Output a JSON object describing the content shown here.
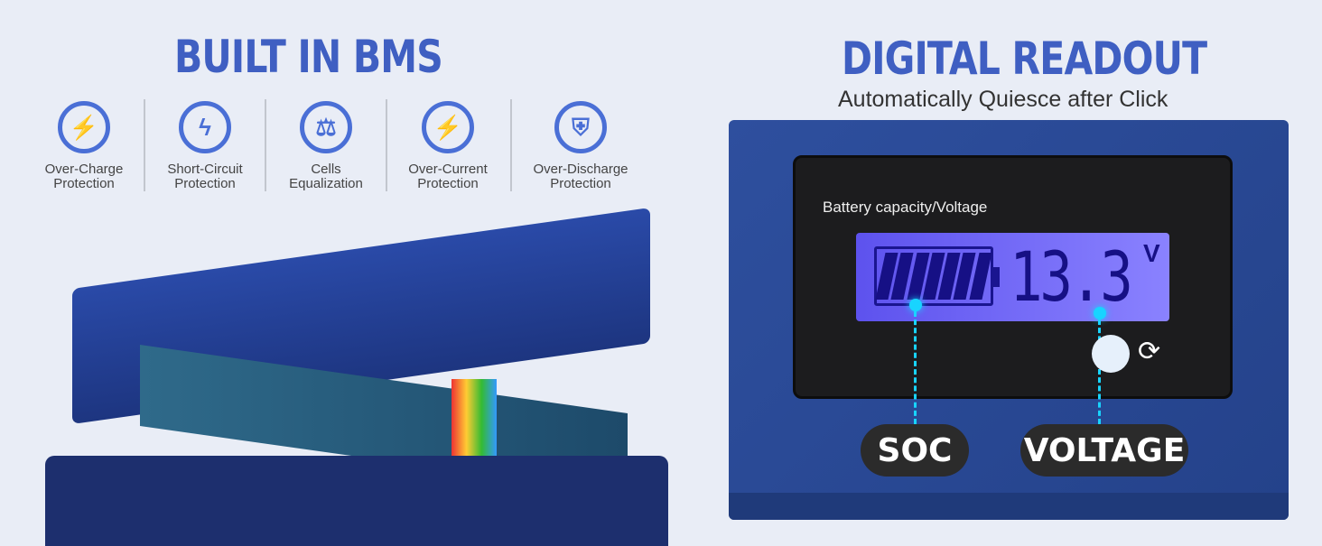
{
  "left": {
    "title": "BUILT IN BMS",
    "features": [
      {
        "icon": "plug-icon",
        "line1": "Over-Charge",
        "line2": "Protection"
      },
      {
        "icon": "short-circuit-icon",
        "line1": "Short-Circuit",
        "line2": "Protection"
      },
      {
        "icon": "scale-icon",
        "line1": "Cells",
        "line2": "Equalization"
      },
      {
        "icon": "lightning-icon",
        "line1": "Over-Current",
        "line2": "Protection"
      },
      {
        "icon": "shield-icon",
        "line1": "Over-Discharge",
        "line2": "Protection"
      }
    ]
  },
  "right": {
    "title": "DIGITAL READOUT",
    "subtitle": "Automatically Quiesce after Click",
    "display_label": "Battery capacity/Voltage",
    "voltage": "13.3",
    "unit": "V",
    "soc_label": "SOC",
    "voltage_label": "VOLTAGE"
  }
}
